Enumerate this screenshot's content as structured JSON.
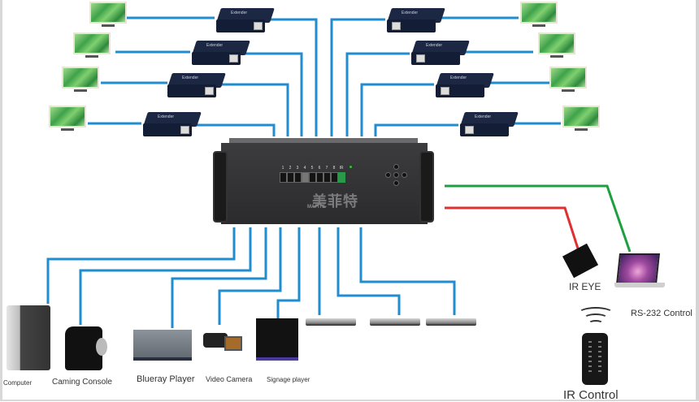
{
  "diagram": {
    "title": "HDMI Matrix Switcher with HDBaseT Extenders - Connection Diagram",
    "colors": {
      "video_line": "#1f8dd0",
      "ir_line": "#e03030",
      "rs232_line": "#1fa040",
      "chassis": "#2f2f31",
      "extender": "#1c2744"
    },
    "matrix": {
      "brand_cn": "美菲特",
      "brand_en": "MAFITE",
      "channel_labels": [
        "1",
        "2",
        "3",
        "4",
        "5",
        "6",
        "7",
        "8"
      ],
      "ir_label": "IR",
      "nav_buttons": [
        "up",
        "left",
        "enter",
        "right",
        "down"
      ]
    },
    "outputs": {
      "extender_label": "Extender",
      "left_count": 4,
      "right_count": 4,
      "display_type": "tv-monitor"
    },
    "inputs": [
      {
        "name": "Computer",
        "icon": "pc-tower-icon"
      },
      {
        "name": "Caming Console",
        "icon": "game-console-icon"
      },
      {
        "name": "Blueray Player",
        "icon": "bluray-player-icon"
      },
      {
        "name": "Video Camera",
        "icon": "camcorder-icon"
      },
      {
        "name": "Signage player",
        "icon": "signage-player-icon"
      },
      {
        "name": "",
        "icon": "dvd-player-icon"
      },
      {
        "name": "",
        "icon": "dvd-player-icon"
      },
      {
        "name": "",
        "icon": "dvd-player-icon"
      }
    ],
    "control": {
      "ir_eye_label": "IR EYE",
      "rs232_label": "RS-232 Control",
      "ir_control_label": "IR Control"
    }
  }
}
